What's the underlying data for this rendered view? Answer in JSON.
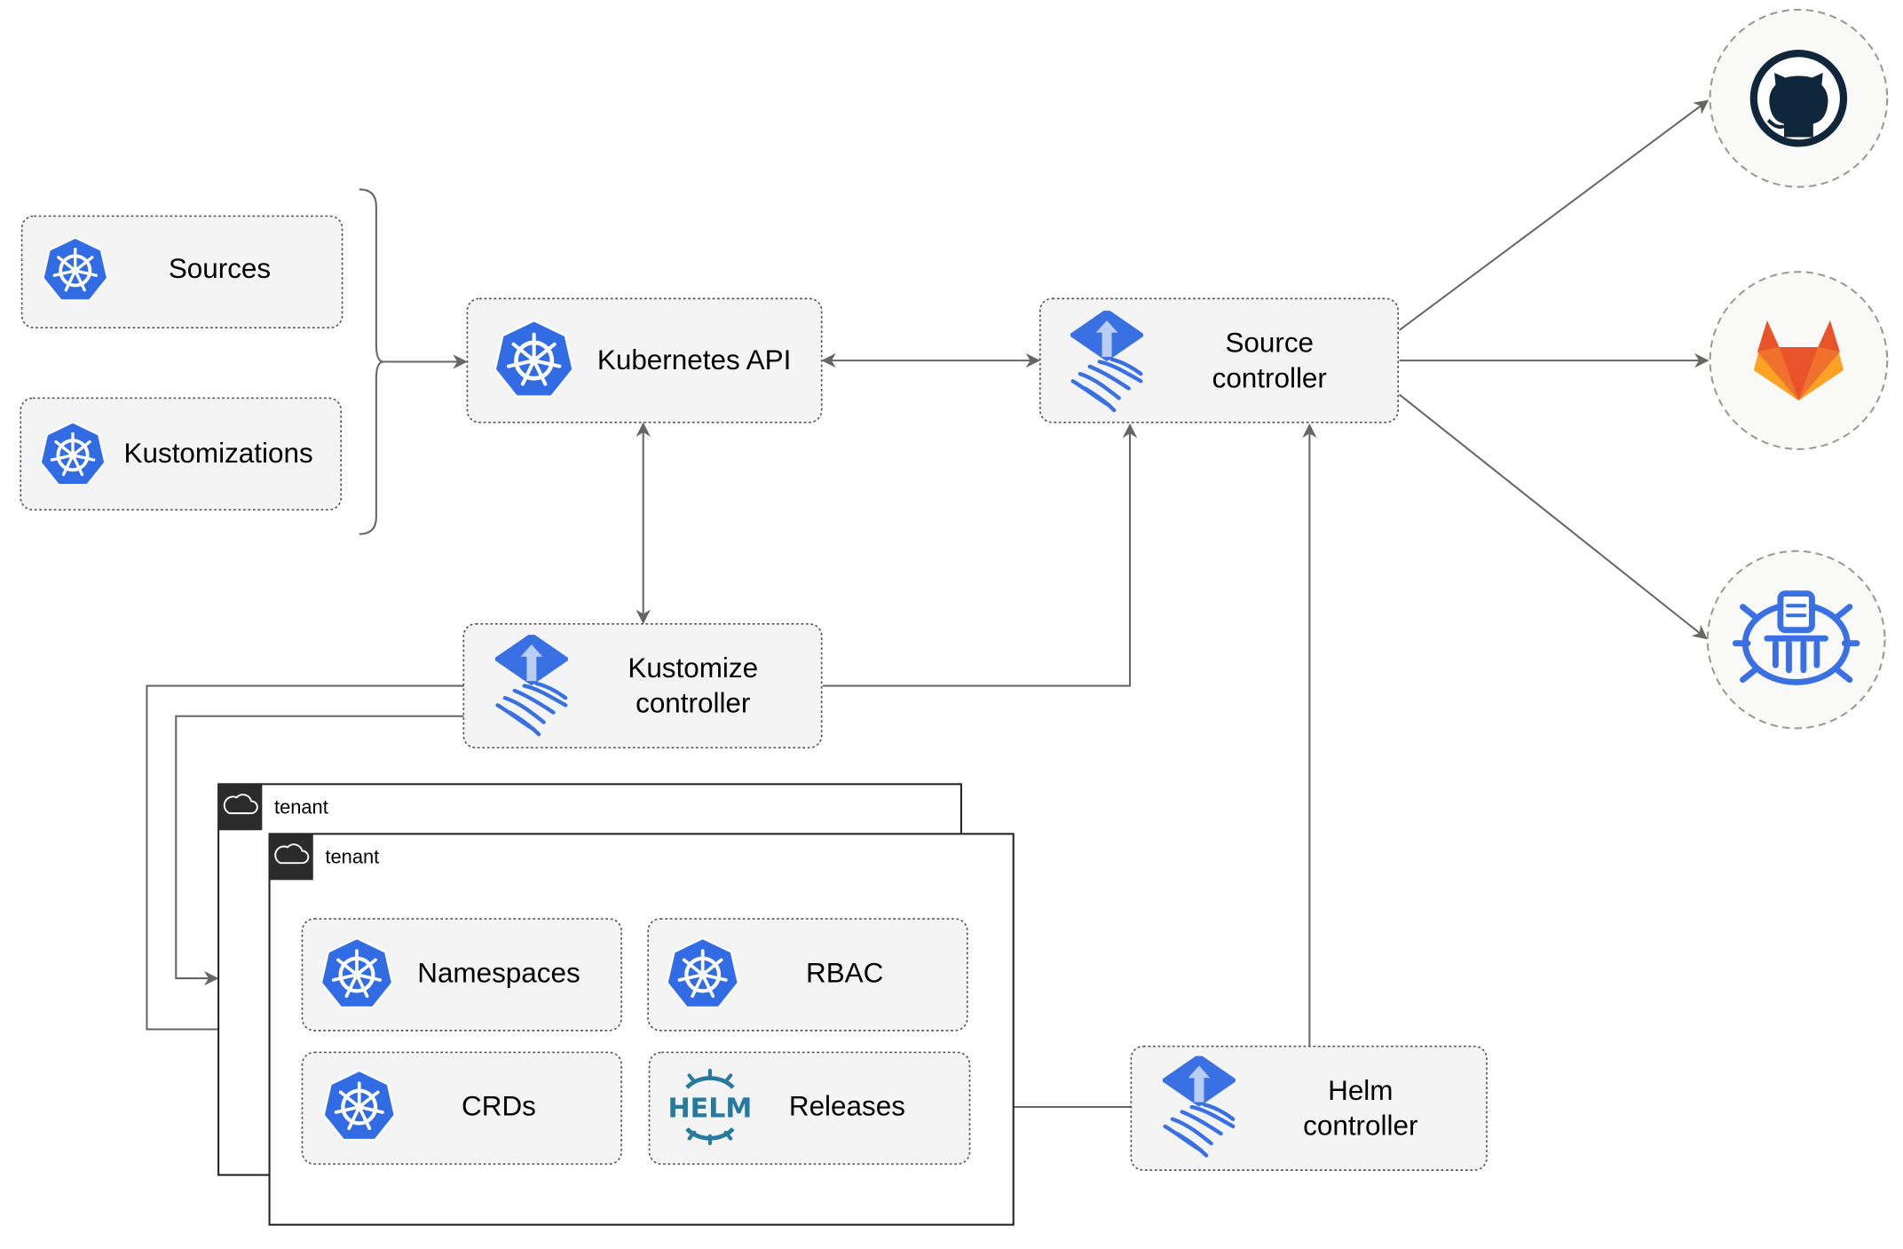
{
  "nodes": {
    "sources": "Sources",
    "kustomizations": "Kustomizations",
    "kubernetes_api": "Kubernetes API",
    "source_controller": [
      "Source",
      "controller"
    ],
    "kustomize_controller": [
      "Kustomize",
      "controller"
    ],
    "helm_controller": [
      "Helm",
      "controller"
    ],
    "namespaces": "Namespaces",
    "rbac": "RBAC",
    "crds": "CRDs",
    "releases": "Releases"
  },
  "groups": {
    "tenant_back": "tenant",
    "tenant_front": "tenant"
  },
  "icons": {
    "helm_logo_text": "HELM",
    "external": [
      "github-icon",
      "gitlab-icon",
      "bucket-icon"
    ]
  },
  "colors": {
    "kubernetes_blue": "#326CE5",
    "flux_blue": "#3970E4",
    "github": "#10263A",
    "gitlab_orange": "#E8532A",
    "gitlab_yellow": "#FCA326",
    "helm": "#277A9F",
    "edge": "#666666"
  }
}
